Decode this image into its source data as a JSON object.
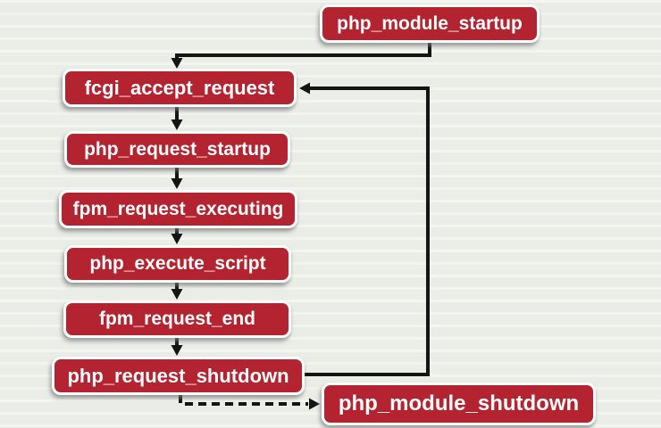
{
  "diagram": {
    "colors": {
      "background": "#eef0ea",
      "node_fill": "#b32430",
      "node_border": "#ffffff",
      "node_text": "#fdfdfd",
      "connector": "#141414"
    },
    "nodes": [
      {
        "id": "php_module_startup",
        "label": "php_module_startup"
      },
      {
        "id": "fcgi_accept_request",
        "label": "fcgi_accept_request"
      },
      {
        "id": "php_request_startup",
        "label": "php_request_startup"
      },
      {
        "id": "fpm_request_executing",
        "label": "fpm_request_executing"
      },
      {
        "id": "php_execute_script",
        "label": "php_execute_script"
      },
      {
        "id": "fpm_request_end",
        "label": "fpm_request_end"
      },
      {
        "id": "php_request_shutdown",
        "label": "php_request_shutdown"
      },
      {
        "id": "php_module_shutdown",
        "label": "php_module_shutdown"
      }
    ],
    "edges": [
      {
        "from": "php_module_startup",
        "to": "fcgi_accept_request",
        "style": "solid"
      },
      {
        "from": "fcgi_accept_request",
        "to": "php_request_startup",
        "style": "solid"
      },
      {
        "from": "php_request_startup",
        "to": "fpm_request_executing",
        "style": "solid"
      },
      {
        "from": "fpm_request_executing",
        "to": "php_execute_script",
        "style": "solid"
      },
      {
        "from": "php_execute_script",
        "to": "fpm_request_end",
        "style": "solid"
      },
      {
        "from": "fpm_request_end",
        "to": "php_request_shutdown",
        "style": "solid"
      },
      {
        "from": "php_request_shutdown",
        "to": "fcgi_accept_request",
        "style": "solid-loop"
      },
      {
        "from": "php_request_shutdown",
        "to": "php_module_shutdown",
        "style": "dashed"
      }
    ]
  }
}
